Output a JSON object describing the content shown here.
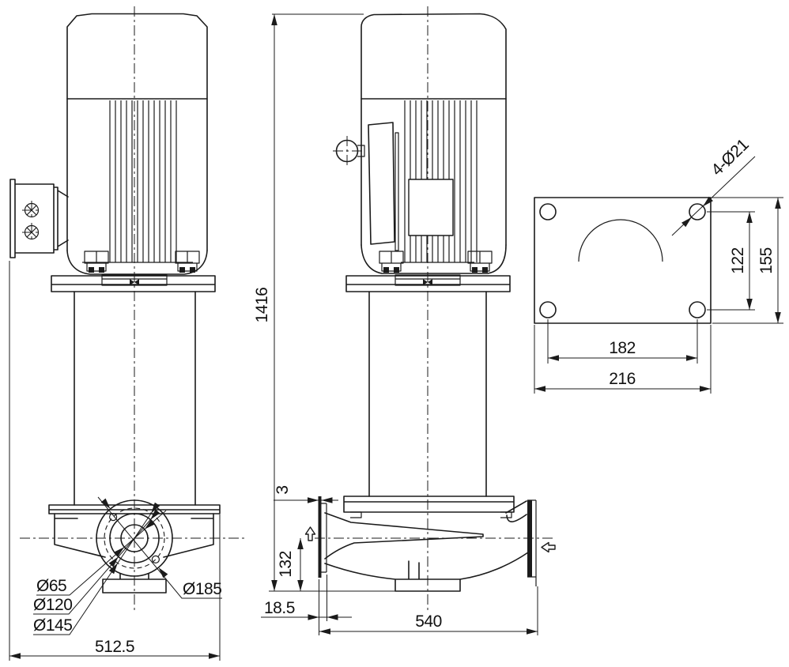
{
  "front_view": {
    "bore_diameter": "Ø65",
    "spigot_diameter": "Ø120",
    "bolt_circle_diameter": "Ø145",
    "flange_diameter": "Ø185",
    "overall_width": "512.5"
  },
  "side_view": {
    "overall_height": "1416",
    "flange_thickness": "3",
    "port_centerline_height": "132",
    "flange_offset": "18.5",
    "base_length": "540"
  },
  "plan_view": {
    "mounting_holes": "4-Ø21",
    "hole_pitch_depth": "122",
    "plate_depth": "155",
    "hole_pitch_width": "182",
    "plate_width": "216"
  }
}
